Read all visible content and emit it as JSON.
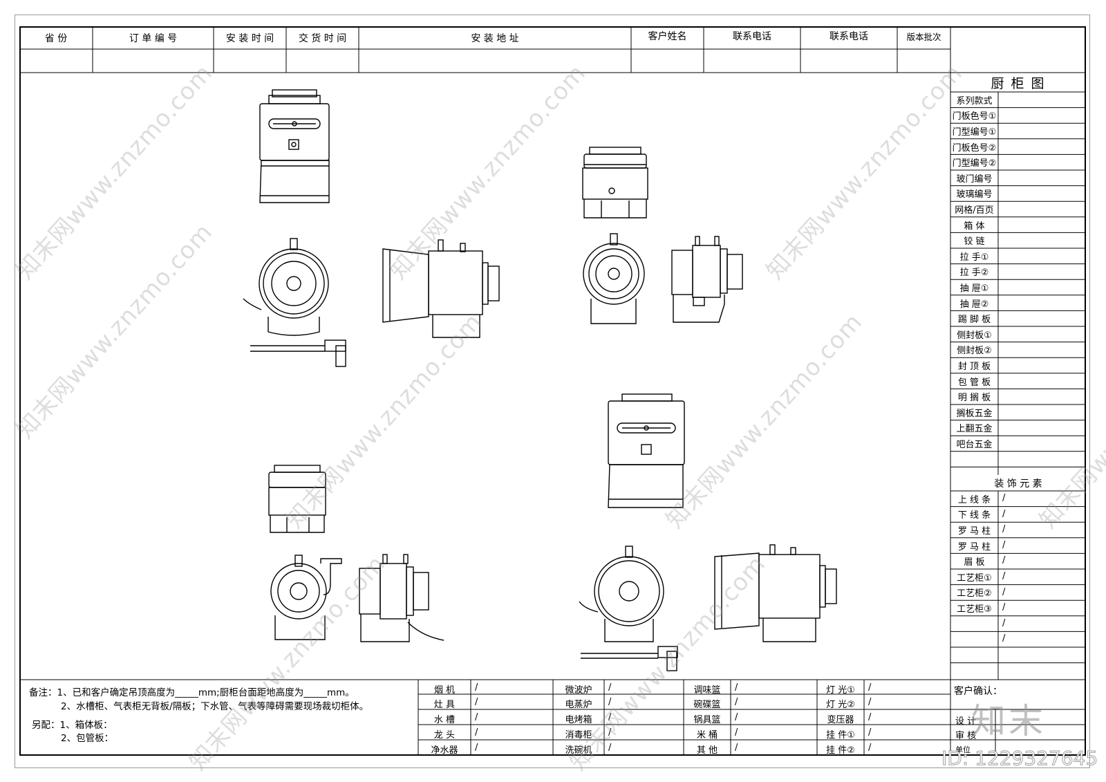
{
  "header": {
    "columns": [
      "省  份",
      "订 单 编 号",
      "安 装 时 间",
      "交 货 时 间",
      "安 装 地 址",
      "客户姓名",
      "联系电话",
      "联系电话",
      "版本批次"
    ]
  },
  "sidebar": {
    "title": "厨 柜 图",
    "rows": [
      "系列款式",
      "门板色号①",
      "门型编号①",
      "门板色号②",
      "门型编号②",
      "玻门编号",
      "玻璃编号",
      "网格/百页",
      "箱      体",
      "铰      链",
      "拉    手①",
      "拉    手②",
      "抽    屉①",
      "抽    屉②",
      "踢 脚 板",
      "侧封板①",
      "侧封板②",
      "封 顶 板",
      "包 管 板",
      "明 搁 板",
      "搁板五金",
      "上翻五金",
      "吧台五金",
      ""
    ],
    "decor_title": "装 饰 元 素",
    "decor_rows": [
      {
        "label": "上 线 条",
        "value": "/"
      },
      {
        "label": "下 线 条",
        "value": "/"
      },
      {
        "label": "罗 马 柱",
        "value": "/"
      },
      {
        "label": "罗 马 柱",
        "value": "/"
      },
      {
        "label": "眉      板",
        "value": "/"
      },
      {
        "label": "工艺柜①",
        "value": "/"
      },
      {
        "label": "工艺柜②",
        "value": "/"
      },
      {
        "label": "工艺柜③",
        "value": "/"
      },
      {
        "label": "",
        "value": "/"
      },
      {
        "label": "",
        "value": "/"
      },
      {
        "label": "",
        "value": ""
      }
    ]
  },
  "notes": {
    "line1": "备注：1、已和客户确定吊顶高度为_____mm;厨柜台面距地高度为_____mm。",
    "line2": "2、水槽柜、气表柜无背板/隔板；下水管、气表等障碍需要现场裁切柜体。",
    "line3": "另配：1、箱体板：",
    "line4": "2、包管板："
  },
  "appliances": [
    [
      {
        "label": "烟    机",
        "value": "/"
      },
      {
        "label": "微波炉",
        "value": "/"
      },
      {
        "label": "调味篮",
        "value": "/"
      },
      {
        "label": "灯  光①",
        "value": "/"
      }
    ],
    [
      {
        "label": "灶    具",
        "value": "/"
      },
      {
        "label": "电蒸炉",
        "value": "/"
      },
      {
        "label": "碗碟篮",
        "value": "/"
      },
      {
        "label": "灯  光②",
        "value": "/"
      }
    ],
    [
      {
        "label": "水    槽",
        "value": "/"
      },
      {
        "label": "电烤箱",
        "value": "/"
      },
      {
        "label": "锅具篮",
        "value": "/"
      },
      {
        "label": "变压器",
        "value": "/"
      }
    ],
    [
      {
        "label": "龙    头",
        "value": "/"
      },
      {
        "label": "消毒柜",
        "value": "/"
      },
      {
        "label": "米    桶",
        "value": "/"
      },
      {
        "label": "挂  件①",
        "value": "/"
      }
    ],
    [
      {
        "label": "净水器",
        "value": "/"
      },
      {
        "label": "洗碗机",
        "value": "/"
      },
      {
        "label": "其    他",
        "value": "/"
      },
      {
        "label": "挂  件②",
        "value": "/"
      }
    ]
  ],
  "signoff": {
    "confirm": "客户确认：",
    "design": "设  计",
    "review": "审    核",
    "unit": "单位"
  },
  "watermark": {
    "text": "知末网www.znzmo.com",
    "brand": "知末",
    "image_id": "ID: 1229327645"
  }
}
